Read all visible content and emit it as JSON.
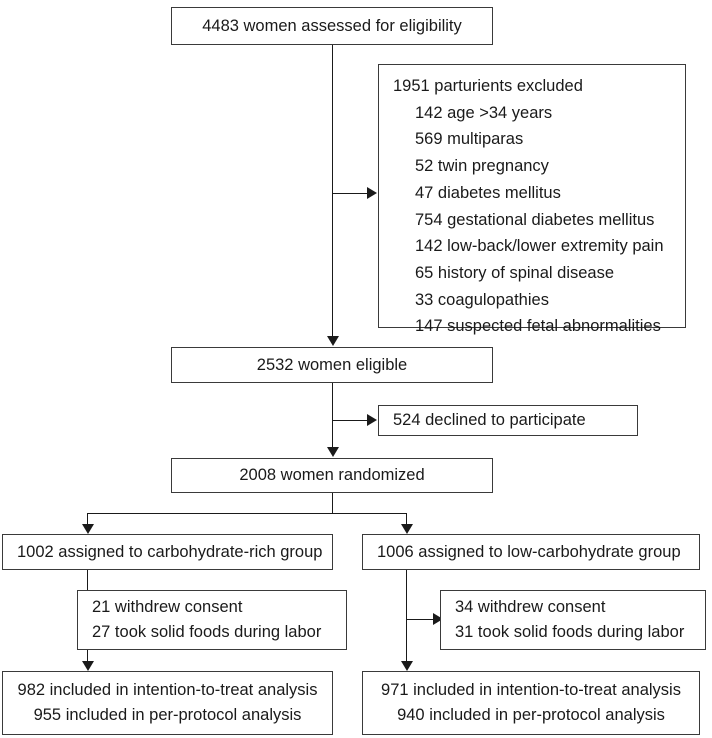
{
  "diagram": {
    "type": "consort-flow-diagram",
    "nodes": {
      "assessed": {
        "label": "4483 women assessed for eligibility",
        "count": 4483
      },
      "excluded": {
        "title": "1951 parturients excluded",
        "count": 1951,
        "reasons": [
          {
            "count": 142,
            "label": "142 age >34 years"
          },
          {
            "count": 569,
            "label": "569 multiparas"
          },
          {
            "count": 52,
            "label": "52 twin pregnancy"
          },
          {
            "count": 47,
            "label": "47 diabetes mellitus"
          },
          {
            "count": 754,
            "label": "754 gestational diabetes mellitus"
          },
          {
            "count": 142,
            "label": "142 low-back/lower extremity pain"
          },
          {
            "count": 65,
            "label": "65 history of spinal disease"
          },
          {
            "count": 33,
            "label": "33 coagulopathies"
          },
          {
            "count": 147,
            "label": "147 suspected fetal abnormalities"
          }
        ]
      },
      "eligible": {
        "label": "2532 women eligible",
        "count": 2532
      },
      "declined": {
        "label": "524 declined to participate",
        "count": 524
      },
      "randomized": {
        "label": "2008 women randomized",
        "count": 2008
      },
      "left_arm": {
        "assigned": "1002 assigned to carbohydrate-rich group",
        "assigned_count": 1002,
        "losses": [
          "21 withdrew consent",
          "27 took solid foods during labor"
        ],
        "analysis": [
          "982 included in intention-to-treat analysis",
          "955 included in per-protocol analysis"
        ]
      },
      "right_arm": {
        "assigned": "1006 assigned to low-carbohydrate group",
        "assigned_count": 1006,
        "losses": [
          "34 withdrew consent",
          "31 took solid foods during labor"
        ],
        "analysis": [
          "971 included in intention-to-treat analysis",
          "940 included in per-protocol analysis"
        ]
      }
    },
    "colors": {
      "box_border": "#3a3a3a",
      "connector": "#1a1a1a",
      "text": "#1a1a1a",
      "background": "#ffffff"
    }
  }
}
